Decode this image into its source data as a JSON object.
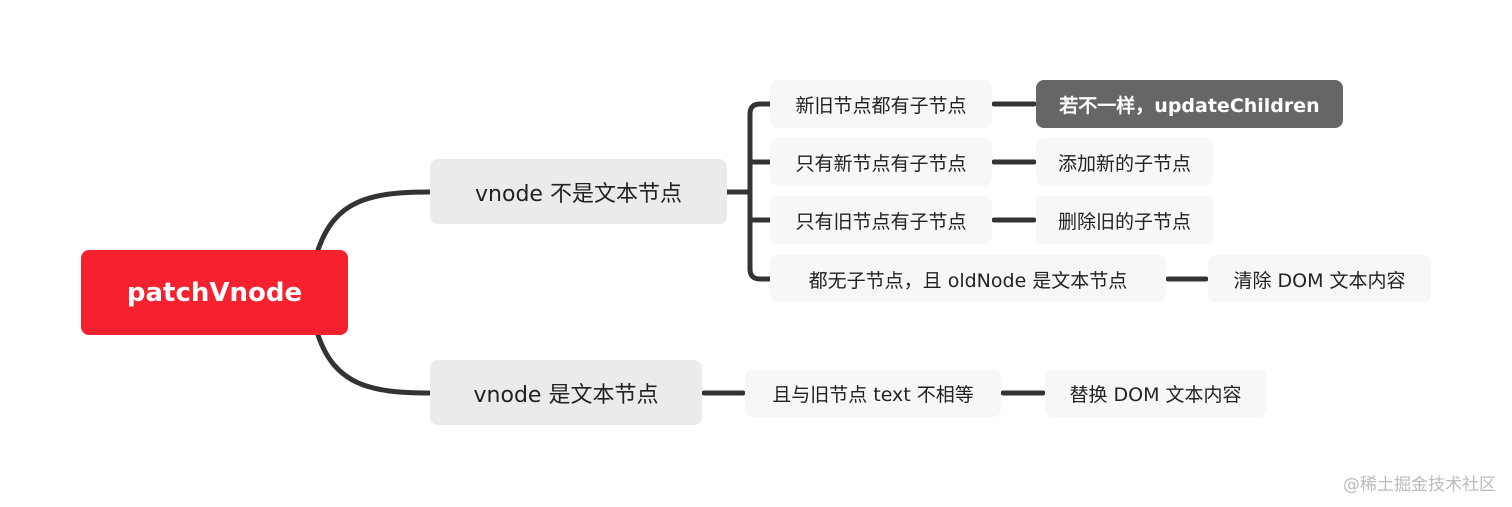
{
  "root": "patchVnode",
  "branches": [
    {
      "label": "vnode 不是文本节点",
      "children": [
        {
          "label": "新旧节点都有子节点",
          "result": "若不一样，updateChildren"
        },
        {
          "label": "只有新节点有子节点",
          "result": "添加新的子节点"
        },
        {
          "label": "只有旧节点有子节点",
          "result": "删除旧的子节点"
        },
        {
          "label": "都无子节点，且 oldNode 是文本节点",
          "result": "清除 DOM 文本内容"
        }
      ]
    },
    {
      "label": "vnode 是文本节点",
      "children": [
        {
          "label": "且与旧节点 text 不相等",
          "result": "替换 DOM 文本内容"
        }
      ]
    }
  ],
  "watermark": "@稀土掘金技术社区",
  "colors": {
    "root": "#f5212e",
    "highlight": "#666666",
    "line": "#333333"
  }
}
